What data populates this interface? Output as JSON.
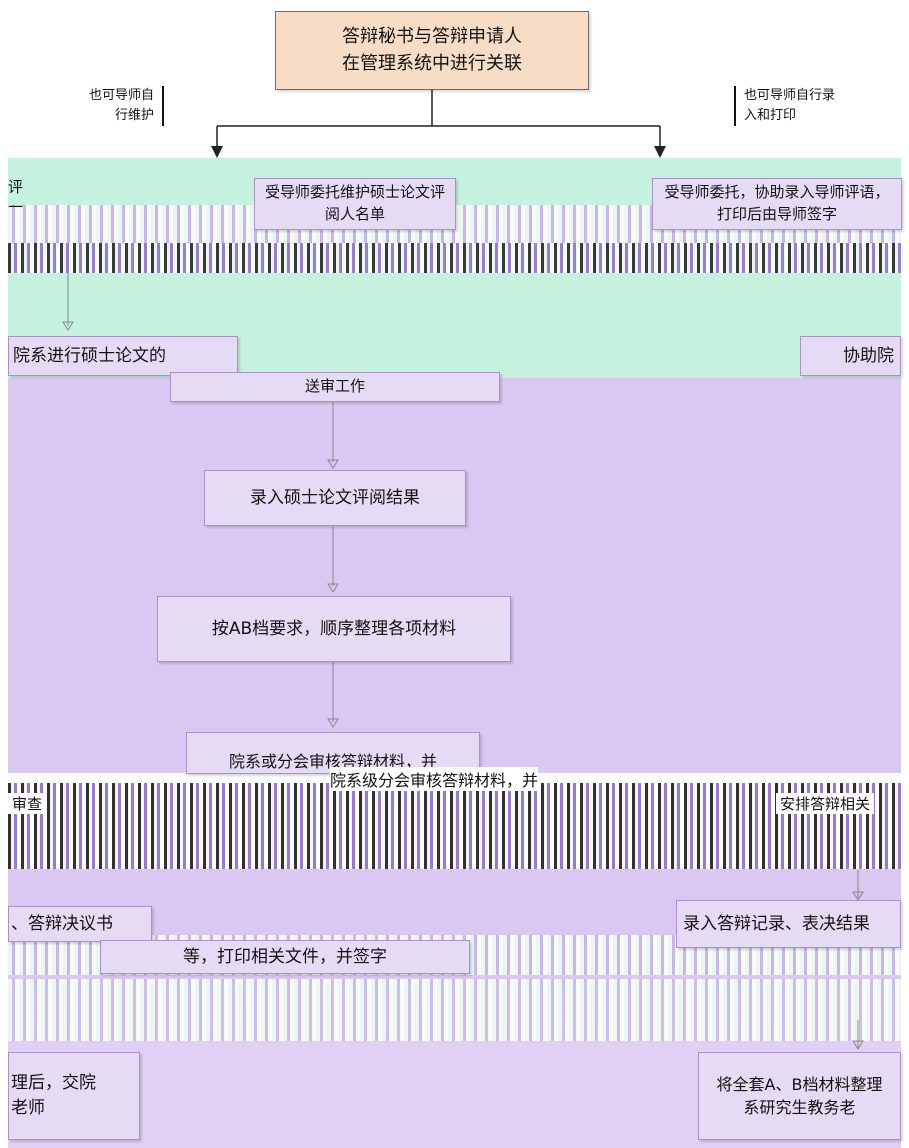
{
  "nodes": {
    "top": "答辩秘书与答辩申请人\n在管理系统中进行关联",
    "left_branch": "受导师委托维护硕士论文评阅人名单",
    "right_branch": "受导师委托，协助录入导师评语，打印后由导师签字",
    "dept_review": "院系进行硕士论文的",
    "send_review": "送审工作",
    "assist": "协助院",
    "enter_results": "录入硕士论文评阅结果",
    "organize": "按AB档要求，顺序整理各项材料",
    "audit": "院系或分会审核答辩材料，并",
    "audit2": "院系级分会审核答辩材料，并",
    "defense_decision": "、答辩决议书",
    "print_sign": "等，打印相关文件，并签字",
    "enter_records": "录入答辩记录、表决结果",
    "after_organize": "理后，交院\n老师",
    "archive": "将全套A、B档材料整理\n系研究生教务老"
  },
  "notes": {
    "left": "也可导师自\n行维护",
    "right": "也可导师自行录\n入和打印"
  },
  "fragments": {
    "left_top": "评\n一",
    "check": "审查",
    "arrange": "安排答辩相关"
  },
  "colors": {
    "top_fill": "#f7dcc6",
    "node_fill": "#e6dbf5",
    "overlay_purple": "#d9c8f2",
    "overlay_green": "#c5f2de"
  }
}
